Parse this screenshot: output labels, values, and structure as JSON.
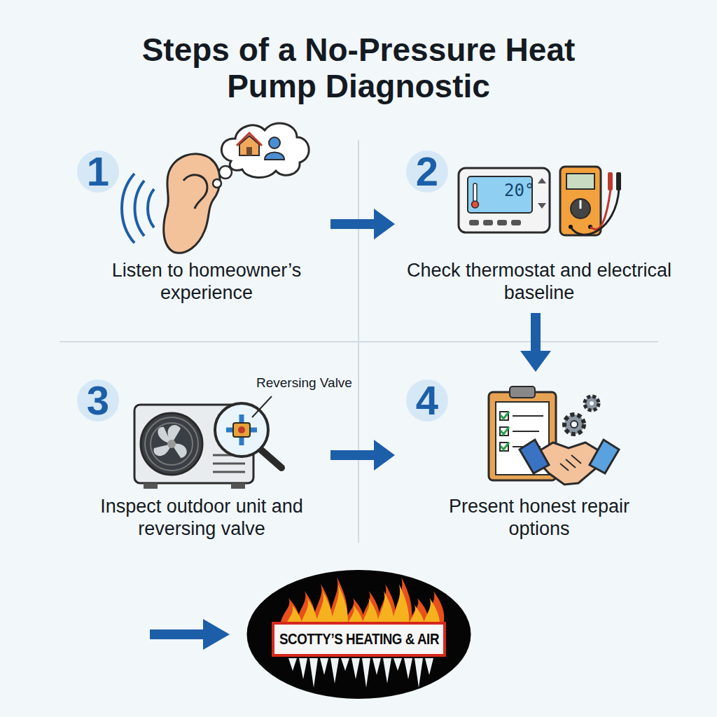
{
  "diagram": {
    "title": "Steps of a No-Pressure Heat Pump Diagnostic",
    "nodes": [
      {
        "text": [
          "1",
          "Listen to homeowner’s experience"
        ]
      },
      {
        "text": [
          "2",
          "Check thermostat and electrical baseline"
        ]
      },
      {
        "text": [
          "3",
          "Inspect outdoor unit and reversing valve"
        ]
      },
      {
        "text": [
          "4",
          "Present honest repair options"
        ]
      },
      {
        "text": [
          "SCOTTY’S HEATING & AIR"
        ]
      }
    ],
    "edges": [
      {
        "from": 0,
        "to": 1,
        "arrow": "to"
      },
      {
        "from": 1,
        "to": 3,
        "arrow": "to"
      },
      {
        "from": 2,
        "to": 3,
        "arrow": "to"
      }
    ],
    "labels": [
      "20°",
      "Reversing Valve"
    ]
  }
}
